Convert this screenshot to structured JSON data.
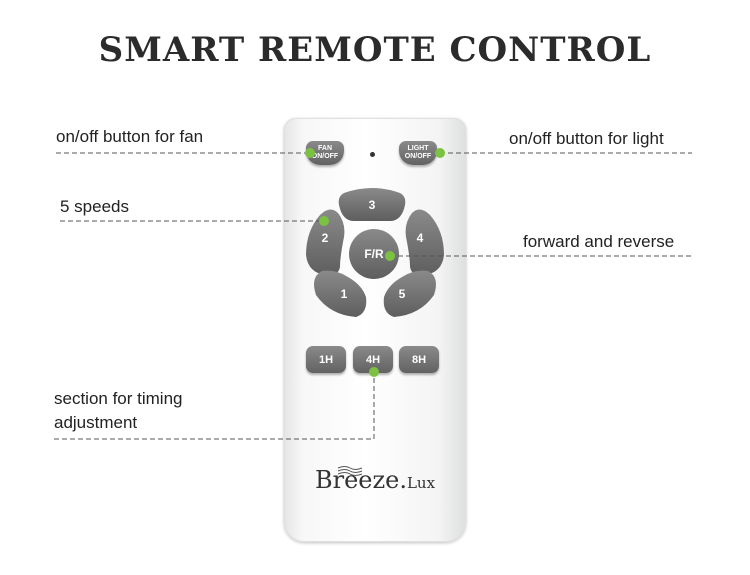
{
  "title": "SMART REMOTE CONTROL",
  "callouts": {
    "fan_power": "on/off button for fan",
    "light_power": "on/off button for light",
    "speeds": "5 speeds",
    "direction": "forward and reverse",
    "timing_line1": "section for timing",
    "timing_line2": "adjustment"
  },
  "remote": {
    "fan_button_line1": "FAN",
    "fan_button_line2": "ON/OFF",
    "light_button_line1": "LIGHT",
    "light_button_line2": "ON/OFF",
    "speed_buttons": [
      "1",
      "2",
      "3",
      "4",
      "5"
    ],
    "direction_button": "F/R",
    "timer_buttons": [
      "1H",
      "4H",
      "8H"
    ],
    "brand_prefix": "B",
    "brand_main": "reeze.",
    "brand_suffix": "Lux"
  },
  "colors": {
    "button_gray": "#6b6b6b",
    "callout_dot": "#7cc242",
    "leader_line": "#555555"
  }
}
